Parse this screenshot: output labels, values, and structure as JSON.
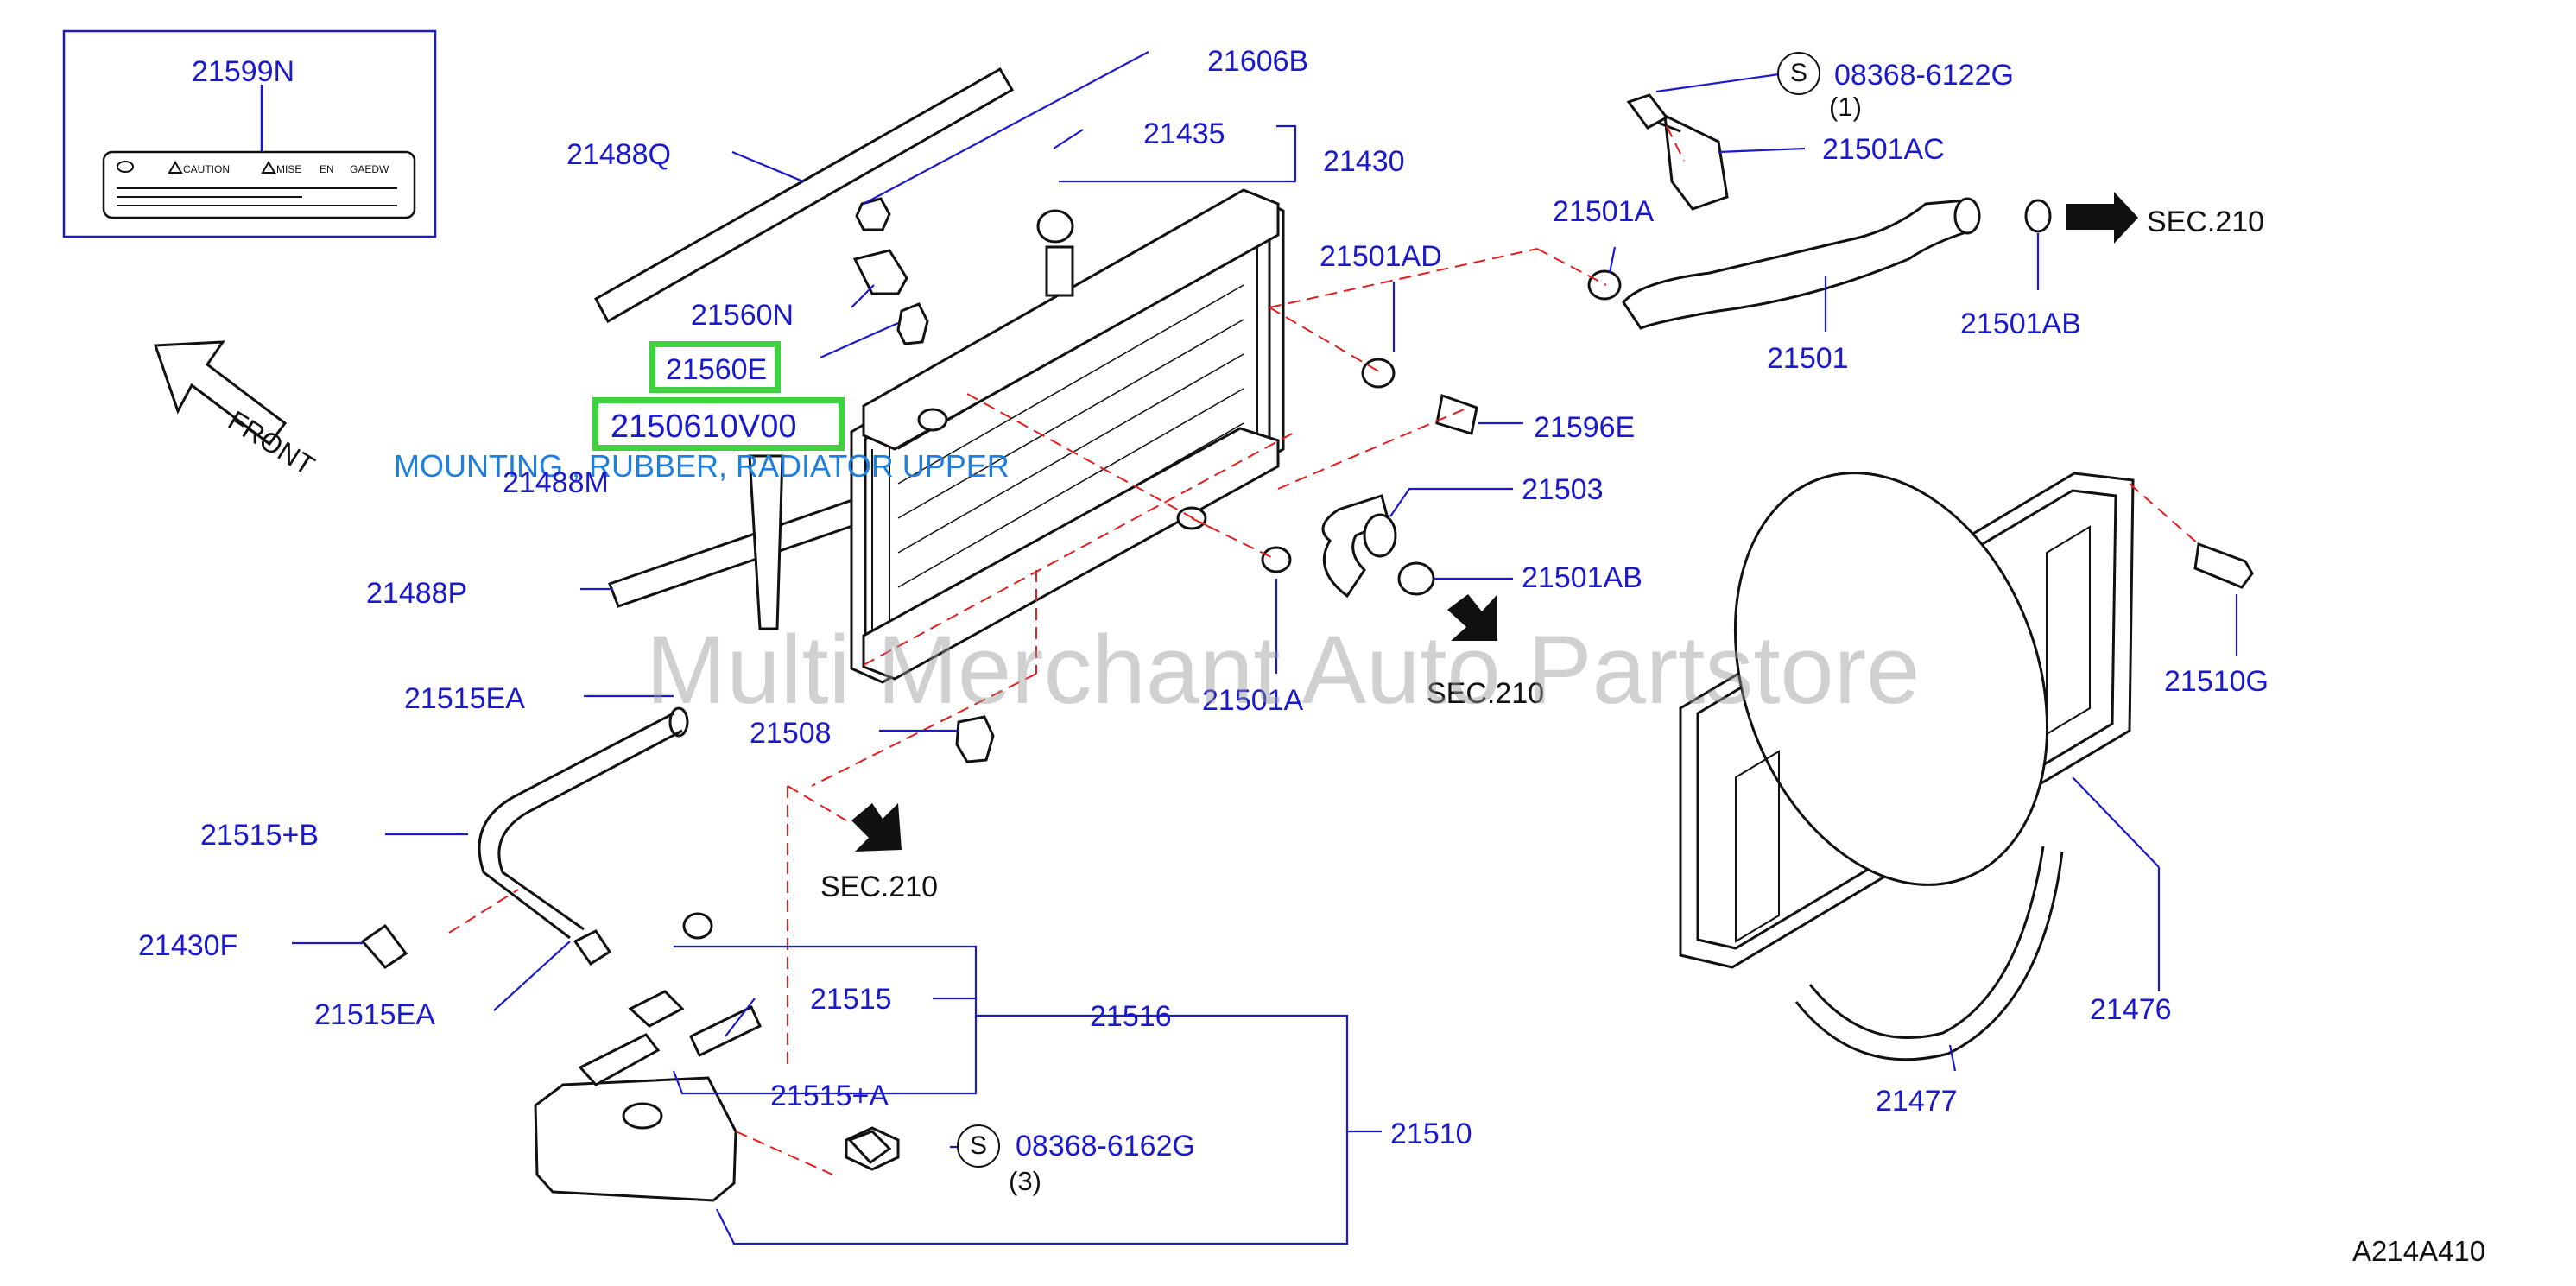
{
  "labels": {
    "p21599N": "21599N",
    "p21606B": "21606B",
    "p21435": "21435",
    "p21430": "21430",
    "p21488Q": "21488Q",
    "p21560N": "21560N",
    "p21560E": "21560E",
    "p2150610V00": "2150610V00",
    "p21488M": "21488M",
    "p21488P": "21488P",
    "p21515EA_top": "21515EA",
    "p21508": "21508",
    "p21515B": "21515+B",
    "p21430F": "21430F",
    "p21515EA_bottom": "21515EA",
    "p21515": "21515",
    "p21516": "21516",
    "p21515A": "21515+A",
    "p21510": "21510",
    "p08368_6162G": "08368-6162G",
    "qty_3": "(3)",
    "p08368_6122G": "08368-6122G",
    "qty_1": "(1)",
    "p21501AC": "21501AC",
    "p21501A_top": "21501A",
    "p21501AD": "21501AD",
    "p21501": "21501",
    "p21501AB_top": "21501AB",
    "p21596E": "21596E",
    "p21503": "21503",
    "p21501AB_mid": "21501AB",
    "p21501A_mid": "21501A",
    "p21510G": "21510G",
    "p21476": "21476",
    "p21477": "21477"
  },
  "sec_refs": {
    "top_right": "SEC.210",
    "middle": "SEC.210",
    "bottom_left": "SEC.210"
  },
  "screw_symbol": "S",
  "front_label": "FRONT",
  "caution_label": {
    "caution": "CAUTION",
    "mise": "MISE",
    "en": "EN",
    "gaedw": "GAEDW"
  },
  "tooltip": "MOUNTING , RUBBER, RADIATOR UPPER",
  "watermark": "Multi Merchant Auto Partstore",
  "diagram_code": "A214A410",
  "colors": {
    "part_number": "#1a1acc",
    "highlight": "#3ed23e",
    "tooltip": "#1e7fe0",
    "dashed_line": "#e02020",
    "leader_line": "#1a1acc",
    "drawing": "#111111",
    "watermark": "#969696"
  }
}
